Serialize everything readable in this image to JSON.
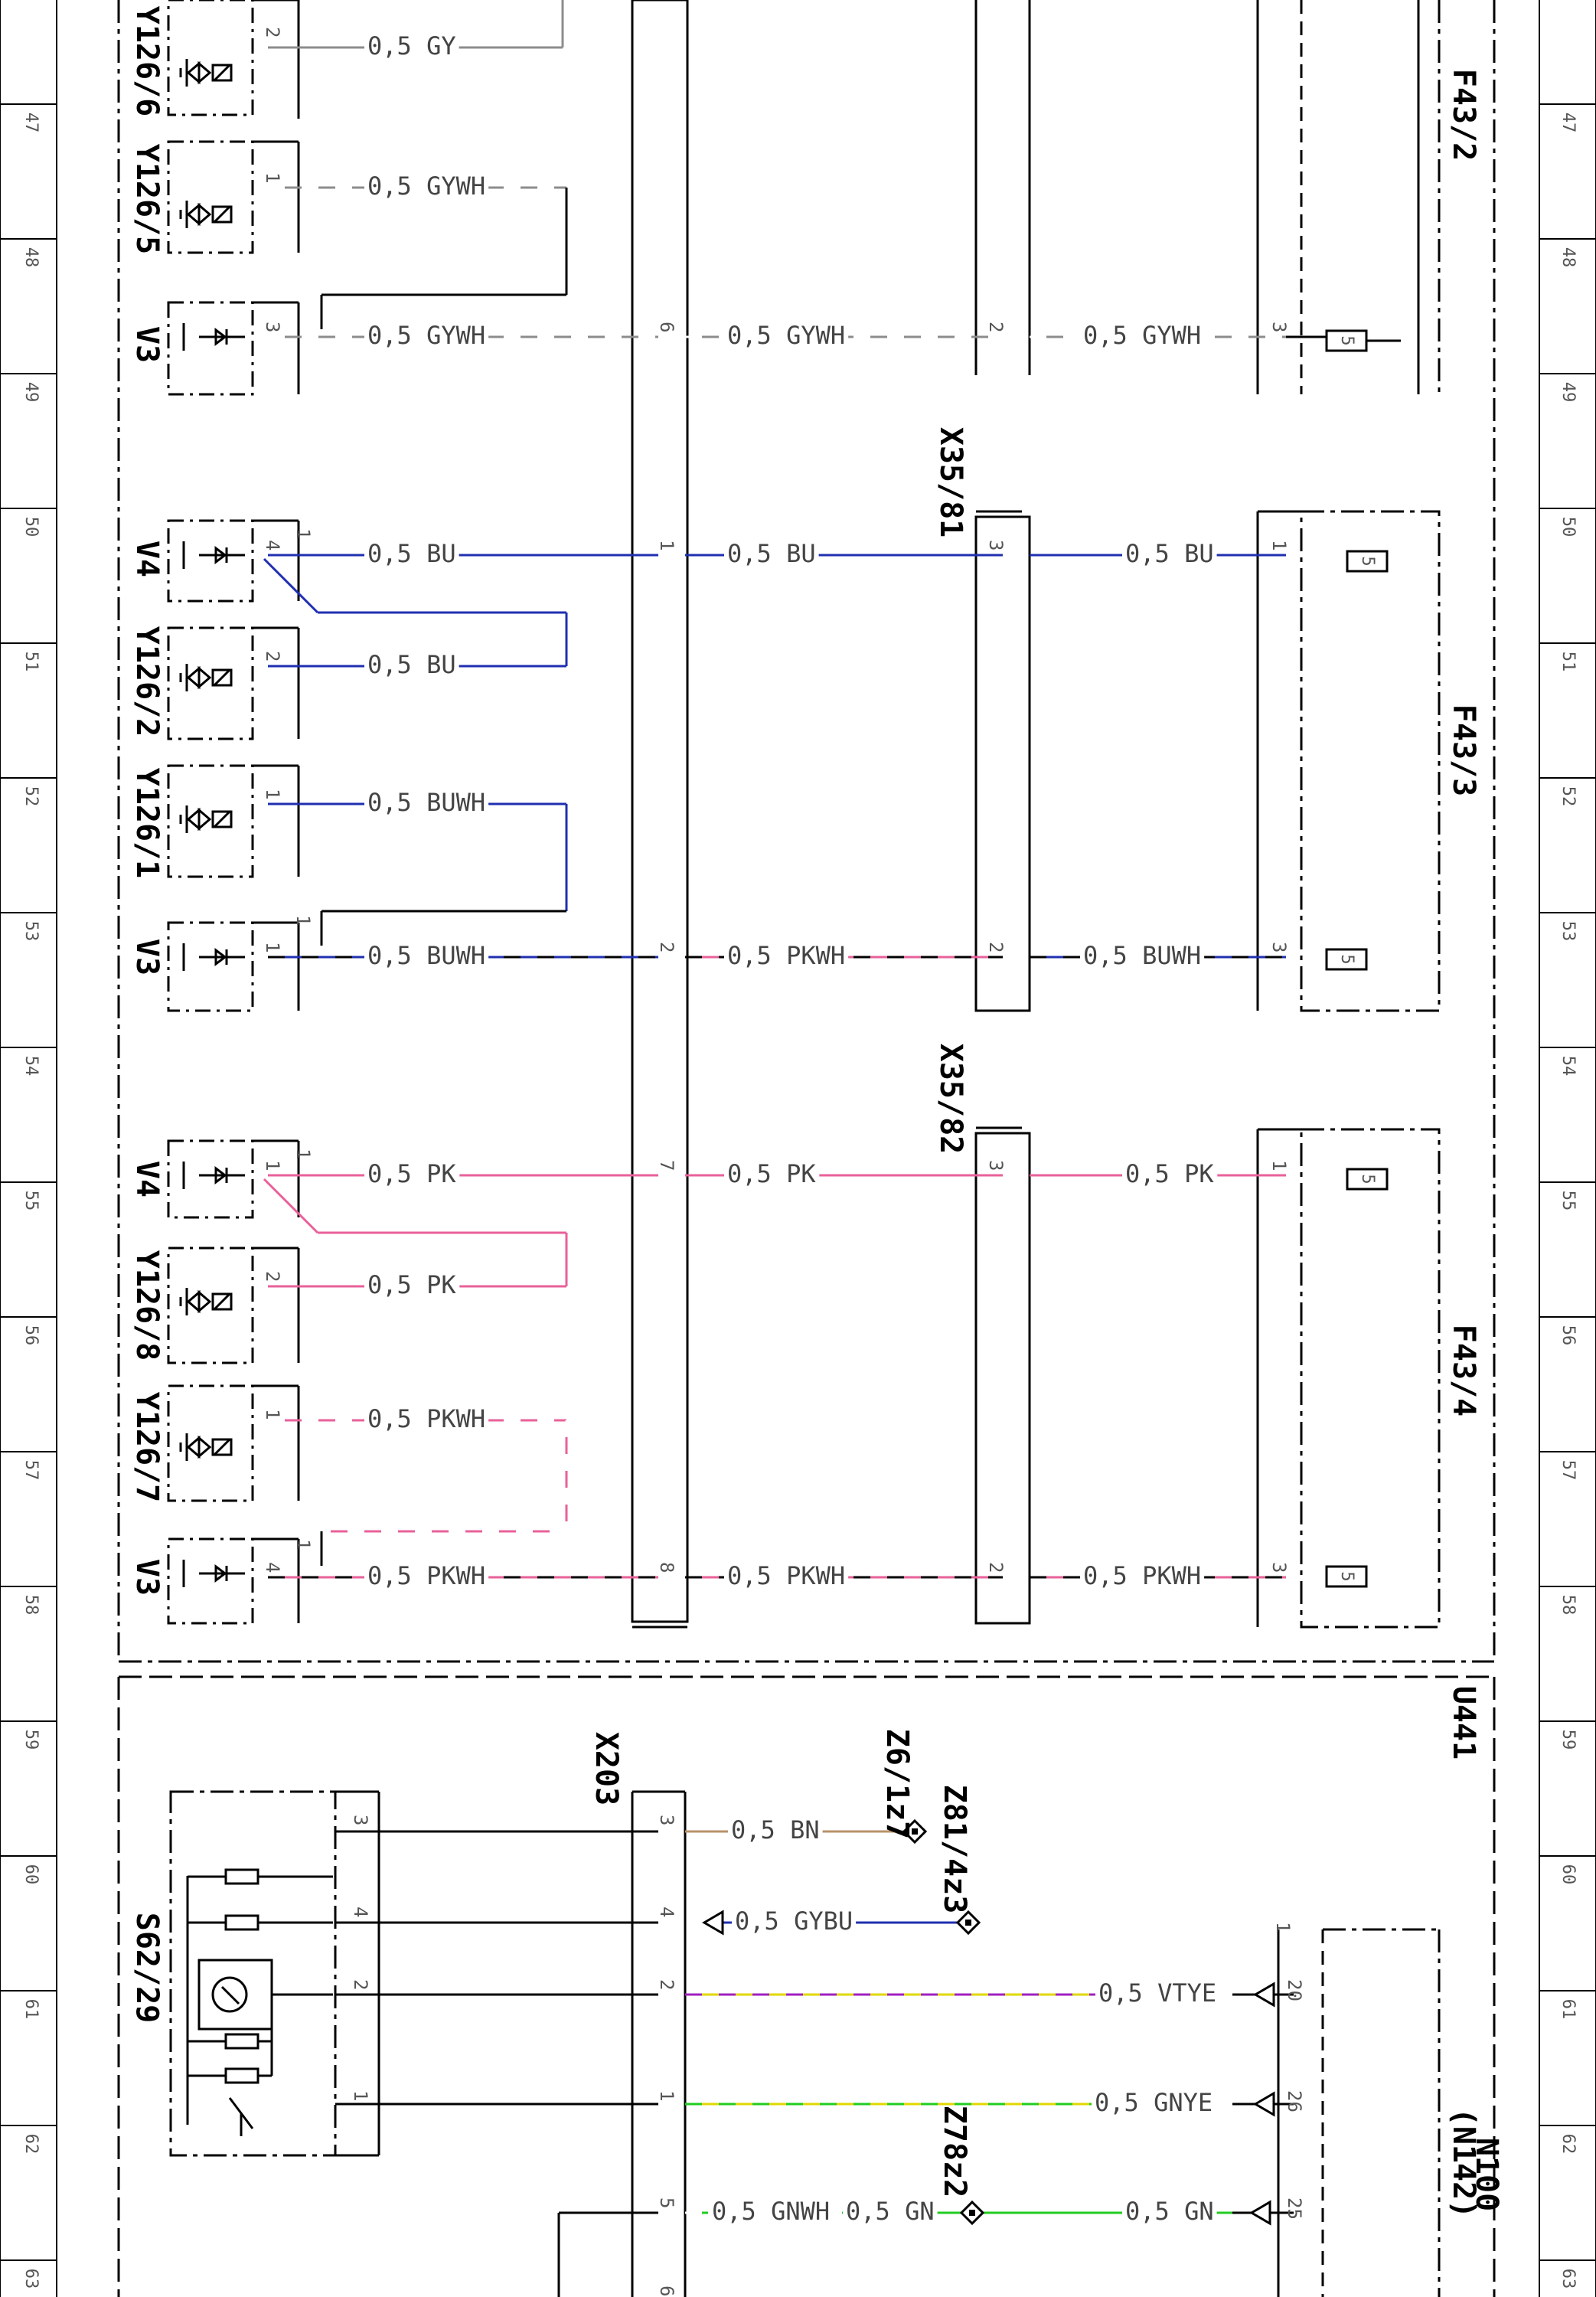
{
  "row_numbers": [
    "47",
    "48",
    "49",
    "50",
    "51",
    "52",
    "53",
    "54",
    "55",
    "56",
    "57",
    "58",
    "59",
    "60",
    "61",
    "62",
    "63"
  ],
  "colors": {
    "GY": "#8c8c8c",
    "BU": "#1f2fb0",
    "PK": "#e8619a",
    "WH": "#ffffff",
    "BN": "#b8926a",
    "YE": "#e0d800",
    "VT": "#a020c0",
    "GN": "#22cc22",
    "BK": "#000000"
  },
  "components": {
    "Y126_6": "Y126/6",
    "Y126_5": "Y126/5",
    "Y126_2": "Y126/2",
    "Y126_1": "Y126/1",
    "Y126_8": "Y126/8",
    "Y126_7": "Y126/7",
    "V3": "V3",
    "V4": "V4",
    "X35_81": "X35/81",
    "X35_82": "X35/82",
    "F43_2": "F43/2",
    "F43_3": "F43/3",
    "F43_4": "F43/4",
    "U441": "U441",
    "X203": "X203",
    "S62_29": "S62/29",
    "Z6_1z7": "Z6/1z7",
    "Z81_4z3": "Z81/4z3",
    "Z78z2": "Z78z2",
    "N100": "N100",
    "N142": "(N142)"
  },
  "fuse_value": "5",
  "wires": {
    "gy": "0,5 GY",
    "gywh": "0,5 GYWH",
    "bu": "0,5 BU",
    "buwh": "0,5 BUWH",
    "pkwh": "0,5 PKWH",
    "pk": "0,5 PK",
    "bn": "0,5 BN",
    "gybu": "0,5 GYBU",
    "vtye": "0,5 VTYE",
    "gnye": "0,5 GNYE",
    "gnwh": "0,5 GNWH",
    "gn": "0,5 GN"
  },
  "pins": {
    "p1": "1",
    "p2": "2",
    "p3": "3",
    "p4": "4",
    "p5": "5",
    "p6": "6",
    "p7": "7",
    "p8": "8",
    "p20": "20",
    "p25": "25",
    "p26": "26"
  }
}
